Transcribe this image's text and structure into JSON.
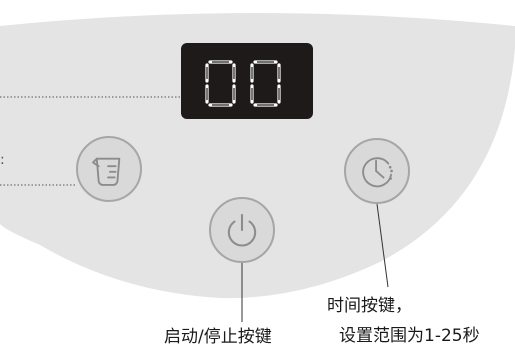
{
  "display": {
    "digits": "00"
  },
  "buttons": {
    "measure": {
      "icon": "measuring-cup-icon"
    },
    "power": {
      "icon": "power-icon"
    },
    "timer": {
      "icon": "clock-icon"
    }
  },
  "labels": {
    "power": "启动/停止按键",
    "timer_line1": "时间按键，",
    "timer_line2": "设置范围为1-25秒",
    "edge_char": ":"
  },
  "colors": {
    "panel": "#e4e4e4",
    "button_face": "#d9d9d9",
    "button_ring": "#a6a6a6",
    "display_bg": "#1e1a1a",
    "segment": "#ffffff"
  }
}
